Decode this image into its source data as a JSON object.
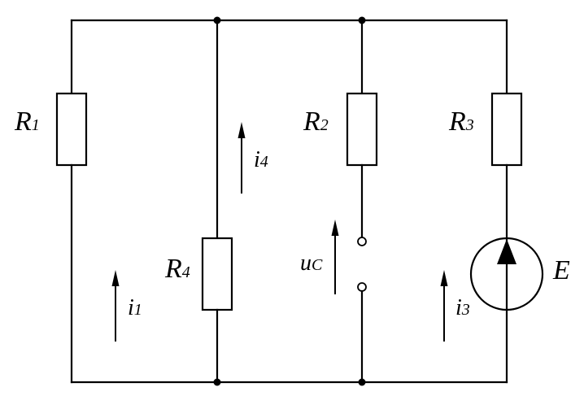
{
  "labels": {
    "R1": {
      "main": "R",
      "sub": "1"
    },
    "R2": {
      "main": "R",
      "sub": "2"
    },
    "R3": {
      "main": "R",
      "sub": "3"
    },
    "R4": {
      "main": "R",
      "sub": "4"
    },
    "E": {
      "main": "E"
    },
    "i1": {
      "main": "i",
      "sub": "1"
    },
    "i3": {
      "main": "i",
      "sub": "3"
    },
    "i4": {
      "main": "i",
      "sub": "4"
    },
    "uC": {
      "main": "u",
      "sub": "C"
    }
  }
}
